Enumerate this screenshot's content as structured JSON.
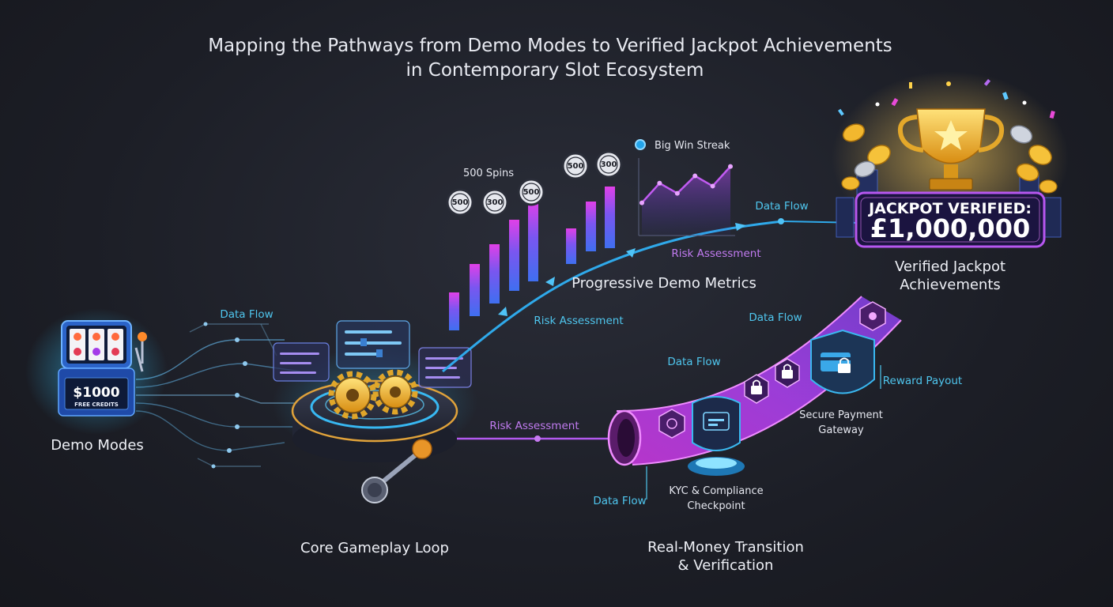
{
  "title": {
    "line1": "Mapping the Pathways from Demo Modes to Verified Jackpot Achievements",
    "line2": "in Contemporary Slot Ecosystem"
  },
  "stages": {
    "demo_modes": "Demo Modes",
    "core_loop": "Core Gameplay Loop",
    "progressive_metrics": "Progressive Demo Metrics",
    "verified_jackpot_line1": "Verified Jackpot",
    "verified_jackpot_line2": "Achievements",
    "real_money_line1": "Real-Money Transition",
    "real_money_line2": "& Verification"
  },
  "slot_machine": {
    "credits_amount": "$1000",
    "credits_label": "FREE CREDITS"
  },
  "flow_labels": {
    "data_flow": "Data Flow",
    "risk_assessment": "Risk Assessment",
    "reward_payout": "Reward Payout"
  },
  "metrics": {
    "spins_label": "500  Spins",
    "big_win_streak": "Big Win Streak",
    "coin_values": [
      "500",
      "300",
      "500",
      "500",
      "300"
    ]
  },
  "jackpot": {
    "line1": "JACKPOT VERIFIED:",
    "amount": "£1,000,000"
  },
  "checkpoints": {
    "kyc_line1": "KYC & Compliance",
    "kyc_line2": "Checkpoint",
    "gateway_line1": "Secure Payment",
    "gateway_line2": "Gateway"
  },
  "chart_data": {
    "type": "bar",
    "bars": [
      0.32,
      0.44,
      0.5,
      0.6,
      0.68,
      0.3,
      0.42,
      0.52
    ],
    "line_points": [
      0.45,
      0.72,
      0.58,
      0.82,
      0.68,
      0.95
    ]
  },
  "colors": {
    "cyan": "#3fb8ea",
    "violet": "#b25cf0",
    "magenta": "#e23ee0",
    "gold": "#f2b72e",
    "panel": "#2b2e3a"
  }
}
